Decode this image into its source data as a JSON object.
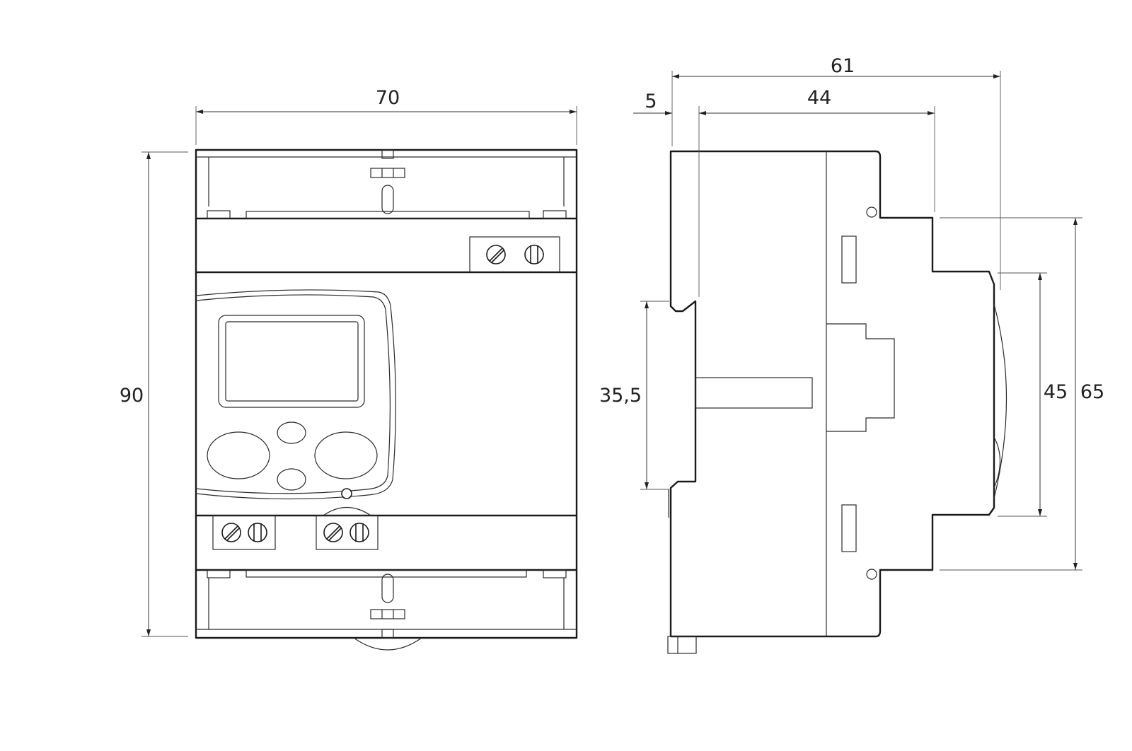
{
  "dimensions": {
    "front_width": "70",
    "front_height": "90",
    "side_total_depth": "61",
    "side_offset": "5",
    "side_body_depth": "44",
    "rail_height": "35,5",
    "face_height": "45",
    "step_height": "65"
  },
  "colors": {
    "line": "#1a1a1a",
    "background": "#ffffff"
  }
}
